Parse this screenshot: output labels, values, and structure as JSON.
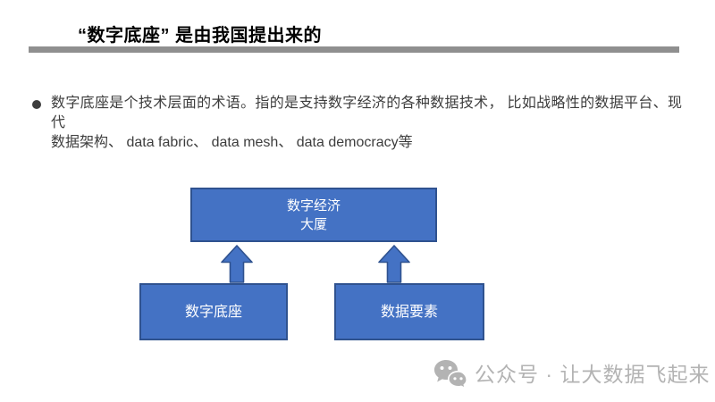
{
  "slide": {
    "title": "“数字底座” 是由我国提出来的",
    "bullet": {
      "lines": [
        "数字底座是个技术层面的术语。指的是支持数字经济的各种数据技术， 比如战略性的数据平台、现代",
        "数据架构、 data fabric、 data mesh、 data democracy等"
      ]
    },
    "diagram": {
      "top_box": {
        "line1": "数字经济",
        "line2": "大厦"
      },
      "bottom_left_box": {
        "label": "数字底座"
      },
      "bottom_right_box": {
        "label": "数据要素"
      },
      "box_fill_color": "#4472C4",
      "box_border_color": "#2F528F"
    },
    "watermark": {
      "text": "公众号 · 让大数据飞起来",
      "color": "#b3b3b3"
    },
    "colors": {
      "title_rule": "#8f8f8f",
      "body_text": "#3d3d3d",
      "title_text": "#000000",
      "background": "#ffffff"
    }
  }
}
